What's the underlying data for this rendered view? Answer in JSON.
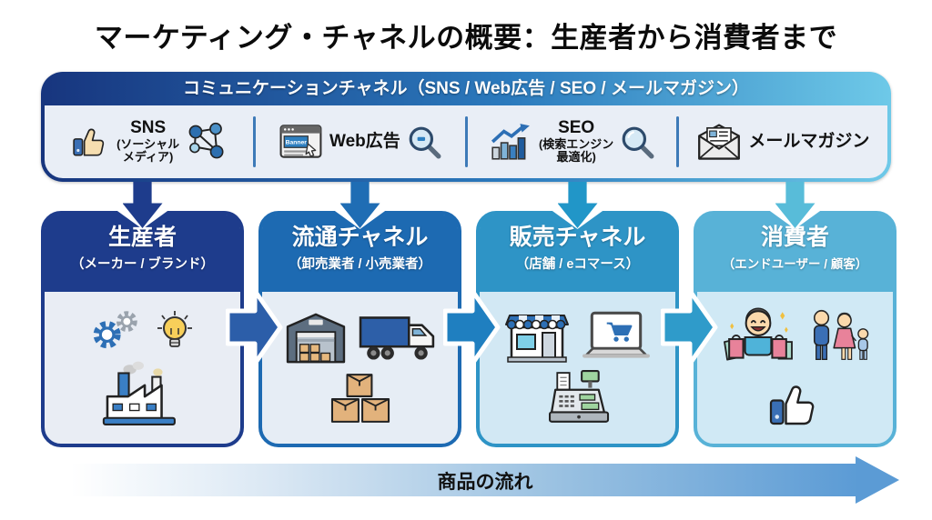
{
  "title": "マーケティング・チャネルの概要：生産者から消費者まで",
  "communication_banner": {
    "title": "コミュニケーションチャネル（SNS / Web広告 / SEO / メールマガジン）",
    "channels": [
      {
        "name": "SNS",
        "sub1": "(ソーシャル",
        "sub2": "メディア)",
        "icons": [
          "thumbs-up-icon",
          "network-icon"
        ]
      },
      {
        "name": "Web広告",
        "banner_icon_text": "Banner",
        "icons": [
          "browser-banner-icon",
          "magnifier-icon"
        ]
      },
      {
        "name": "SEO",
        "sub1": "(検索エンジン",
        "sub2": "最適化)",
        "icons": [
          "seo-chart-icon",
          "magnifier-icon"
        ]
      },
      {
        "name": "メールマガジン",
        "icons": [
          "mail-icon"
        ]
      }
    ]
  },
  "stages": [
    {
      "title": "生産者",
      "subtitle": "（メーカー / ブランド）",
      "header_color": "#1e3c8c",
      "icons": [
        "gear-icon",
        "lightbulb-icon",
        "factory-icon"
      ]
    },
    {
      "title": "流通チャネル",
      "subtitle": "（卸売業者 / 小売業者）",
      "header_color": "#1d6ab2",
      "icons": [
        "warehouse-icon",
        "truck-icon",
        "boxes-icon"
      ]
    },
    {
      "title": "販売チャネル",
      "subtitle": "（店舗 / eコマース）",
      "header_color": "#2e94c6",
      "icons": [
        "store-icon",
        "laptop-cart-icon",
        "cash-register-icon"
      ]
    },
    {
      "title": "消費者",
      "subtitle": "（エンドユーザー / 顧客）",
      "header_color": "#58b2d7",
      "icons": [
        "shopper-icon",
        "family-icon",
        "thumbs-up-icon"
      ]
    }
  ],
  "flow_arrow": {
    "label": "商品の流れ"
  },
  "colors": {
    "banner_gradient_start": "#17357e",
    "banner_gradient_mid": "#2b7abd",
    "banner_gradient_end": "#6ec9e8",
    "banner_body": "#e9eef6",
    "stage1": "#1e3c8c",
    "stage2": "#1d6ab2",
    "stage3": "#2e94c6",
    "stage4": "#58b2d7",
    "gap_arrow_1": "#2c5ea9",
    "gap_arrow_2": "#1f7fc0",
    "gap_arrow_3": "#2f9bca",
    "flow_arrow_blue": "#5b9bd5"
  }
}
